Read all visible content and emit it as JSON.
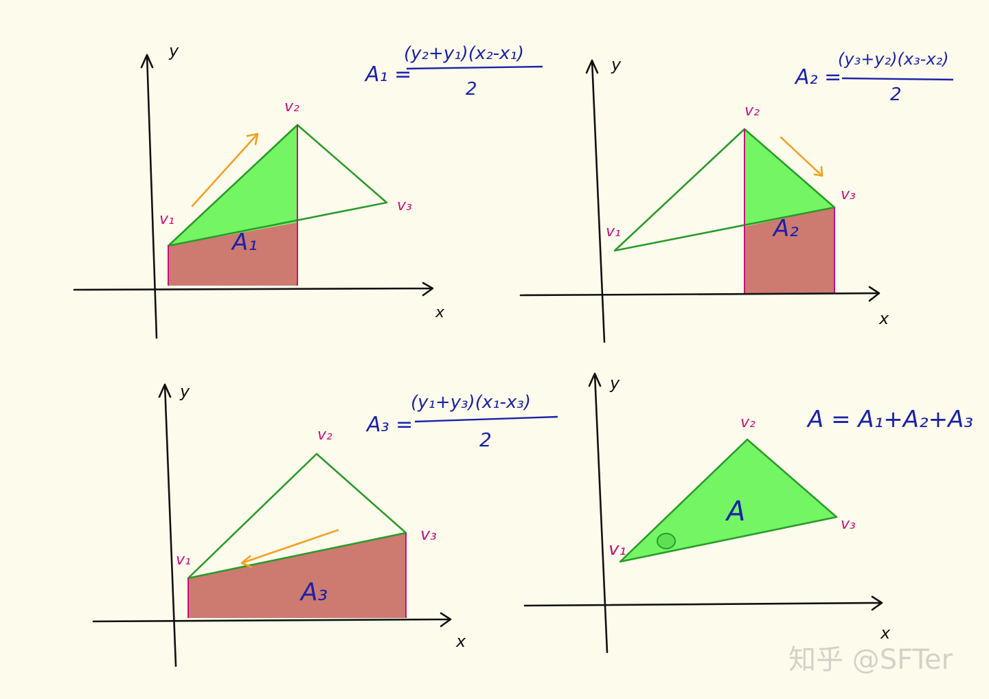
{
  "panels": [
    {
      "labels": {
        "v1": "v₁",
        "v2": "v₂",
        "v3": "v₃",
        "x": "x",
        "y": "y",
        "area": "A₁"
      },
      "formula": {
        "lhs": "A₁ =",
        "numerator": "(y₂+y₁)(x₂-x₁)",
        "denominator": "2"
      }
    },
    {
      "labels": {
        "v1": "v₁",
        "v2": "v₂",
        "v3": "v₃",
        "x": "x",
        "y": "y",
        "area": "A₂"
      },
      "formula": {
        "lhs": "A₂ =",
        "numerator": "(y₃+y₂)(x₃-x₂)",
        "denominator": "2"
      }
    },
    {
      "labels": {
        "v1": "v₁",
        "v2": "v₂",
        "v3": "v₃",
        "x": "x",
        "y": "y",
        "area": "A₃"
      },
      "formula": {
        "lhs": "A₃ =",
        "numerator": "(y₁+y₃)(x₁-x₃)",
        "denominator": "2"
      }
    },
    {
      "labels": {
        "v1": "v₁",
        "v2": "v₂",
        "v3": "v₃",
        "x": "x",
        "y": "y",
        "area": "A"
      },
      "formula": {
        "text": "A = A₁+A₂+A₃"
      }
    }
  ],
  "colors": {
    "background": "#fdfbec",
    "triangle_fill": "#73f564",
    "triangle_stroke": "#2a9a2a",
    "trapezoid_fill": "#cd7a70",
    "vertical_lines": "#c4127a",
    "arrow": "#f3a020",
    "formula_ink": "#1a22a8"
  },
  "watermark": "知乎 @SFTer"
}
